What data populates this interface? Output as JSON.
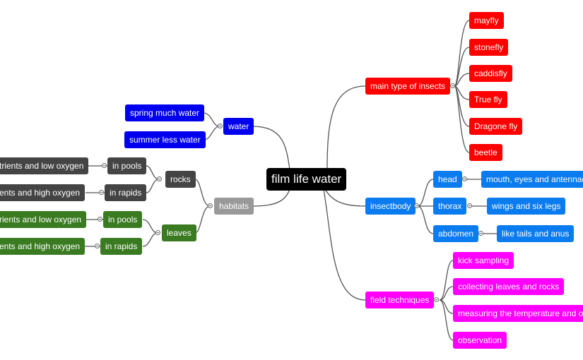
{
  "mindmap": {
    "root": "film life water",
    "right": [
      {
        "label": "main type of insects",
        "children": [
          "mayfly",
          "stonefly",
          "caddisfly",
          "True fly",
          "Dragone fly",
          "beetle"
        ]
      },
      {
        "label": "insectbody",
        "children": [
          {
            "label": "head",
            "child": "mouth, eyes and antennae"
          },
          {
            "label": "thorax",
            "child": "wings and six legs"
          },
          {
            "label": "abdomen",
            "child": "like tails and anus"
          }
        ]
      },
      {
        "label": "field techniques",
        "children": [
          "kick sampling",
          "collecting leaves and rocks",
          "measuring the temperature and o",
          "observation"
        ]
      }
    ],
    "left": [
      {
        "label": "water",
        "children": [
          "spring much water",
          "summer less water"
        ]
      },
      {
        "label": "habitats",
        "children": [
          {
            "label": "rocks",
            "children": [
              {
                "label": "in pools",
                "child": "trients and low oxygen"
              },
              {
                "label": "in rapids",
                "child": "ents and high oxygen"
              }
            ]
          },
          {
            "label": "leaves",
            "children": [
              {
                "label": "in pools",
                "child": "rients and low oxygen"
              },
              {
                "label": "in rapids",
                "child": "ents and high oxygen"
              }
            ]
          }
        ]
      }
    ]
  }
}
